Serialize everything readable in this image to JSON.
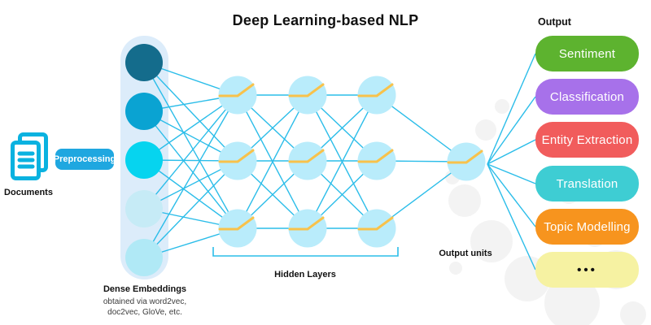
{
  "title": "Deep Learning-based NLP",
  "input": {
    "label": "Documents",
    "icon": "documents-icon"
  },
  "preprocessing": {
    "label": "Preprocessing",
    "color": "#1fa7e0"
  },
  "embeddings": {
    "label": "Dense Embeddings",
    "sublabel_line1": "obtained via word2vec,",
    "sublabel_line2": "doc2vec, GloVe, etc.",
    "container_color": "#dcecfa",
    "node_colors": [
      "#146c8c",
      "#0aa3d2",
      "#06d4ef",
      "#c6ebf6",
      "#b0e9f6"
    ]
  },
  "hidden": {
    "label": "Hidden Layers",
    "columns": 3,
    "rows": 3
  },
  "output_unit": {
    "label": "Output units"
  },
  "outputs": {
    "label": "Output",
    "items": [
      {
        "label": "Sentiment",
        "color": "#5db32f",
        "text_color": "#ffffff"
      },
      {
        "label": "Classification",
        "color": "#a771ea",
        "text_color": "#ffffff"
      },
      {
        "label": "Entity Extraction",
        "color": "#f15c5c",
        "text_color": "#ffffff"
      },
      {
        "label": "Translation",
        "color": "#3ecdd3",
        "text_color": "#ffffff"
      },
      {
        "label": "Topic Modelling",
        "color": "#f7941e",
        "text_color": "#ffffff"
      },
      {
        "label": "•••",
        "color": "#f6f2a2",
        "text_color": "#111111"
      }
    ]
  },
  "colors": {
    "line": "#2bbde9",
    "node_fill": "#b9ecfb",
    "activation": "#f8c24b",
    "document_icon": "#0ab2e0",
    "background_blob": "#f3f3f3"
  }
}
